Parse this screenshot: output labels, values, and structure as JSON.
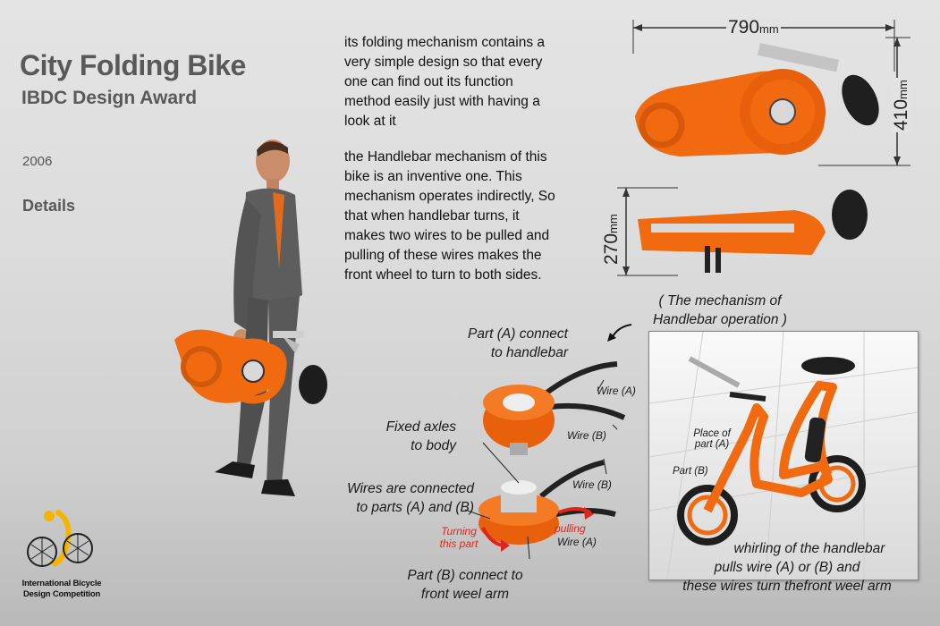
{
  "header": {
    "title": "City Folding Bike",
    "subtitle": "IBDC Design Award",
    "year": "2006",
    "section": "Details"
  },
  "description": {
    "paragraph1": "its folding mechanism contains a very simple design so that every one can find out its function method easily just with having a look at it",
    "paragraph2": "the Handlebar mechanism of this bike is an inventive one. This mechanism operates indirectly, So that when handlebar turns, it makes two wires to be pulled and pulling of these wires makes the front wheel to turn to both sides."
  },
  "dimensions": {
    "length": "790",
    "height": "410",
    "width": "270",
    "unit": "mm"
  },
  "mechanism": {
    "heading_line1": "( The mechanism of",
    "heading_line2": "Handlebar operation )",
    "part_a_line1": "Part (A) connect",
    "part_a_line2": "to handlebar",
    "wire_a": "Wire (A)",
    "fixed_line1": "Fixed axles",
    "fixed_line2": "to body",
    "wire_b": "Wire (B)",
    "wire_b2": "Wire (B)",
    "wires_line1": "Wires are connected",
    "wires_line2": "to parts (A) and (B)",
    "turning_line1": "Turning",
    "turning_line2": "this part",
    "pulling": "pulling",
    "wire_a2": "Wire (A)",
    "part_b_line1": "Part (B) connect to",
    "part_b_line2": "front weel arm"
  },
  "photo": {
    "place_line1": "Place of",
    "place_line2": "part (A)",
    "part_b": "Part (B)",
    "caption_line1": "whirling of the handlebar",
    "caption_line2": "pulls wire (A) or (B) and",
    "caption_line3": "these wires turn thefront weel arm"
  },
  "logo": {
    "line1": "International Bicycle",
    "line2": "Design Competition"
  },
  "colors": {
    "bike_orange": "#f26a10",
    "text_gray": "#595959",
    "accent_red": "#e0241b"
  }
}
